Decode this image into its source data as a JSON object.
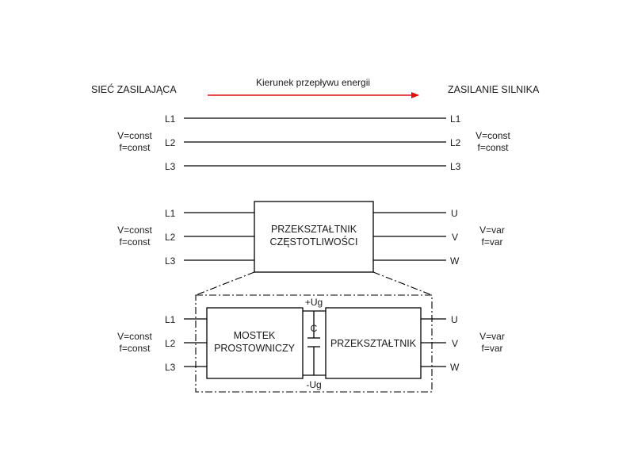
{
  "header": {
    "left_title": "SIEĆ ZASILAJĄCA",
    "right_title": "ZASILANIE SILNIKA",
    "flow_label": "Kierunek przepływu energii",
    "arrow_color": "#e01010"
  },
  "section1": {
    "left_params": [
      "V=const",
      "f=const"
    ],
    "right_params": [
      "V=const",
      "f=const"
    ],
    "left_phases": [
      "L1",
      "L2",
      "L3"
    ],
    "right_phases": [
      "L1",
      "L2",
      "L3"
    ]
  },
  "section2": {
    "left_params": [
      "V=const",
      "f=const"
    ],
    "right_params": [
      "V=var",
      "f=var"
    ],
    "left_phases": [
      "L1",
      "L2",
      "L3"
    ],
    "right_phases": [
      "U",
      "V",
      "W"
    ],
    "converter_lines": [
      "PRZEKSZTAŁTNIK",
      "CZĘSTOTLIWOŚCI"
    ]
  },
  "section3": {
    "left_params": [
      "V=const",
      "f=const"
    ],
    "right_params": [
      "V=var",
      "f=var"
    ],
    "left_phases": [
      "L1",
      "L2",
      "L3"
    ],
    "right_phases": [
      "U",
      "V",
      "W"
    ],
    "rectifier_lines": [
      "MOSTEK",
      "PROSTOWNICZY"
    ],
    "inverter_label": "PRZEKSZTAŁTNIK",
    "capacitor_label": "C",
    "dc_plus": "+Ug",
    "dc_minus": "-Ug"
  }
}
